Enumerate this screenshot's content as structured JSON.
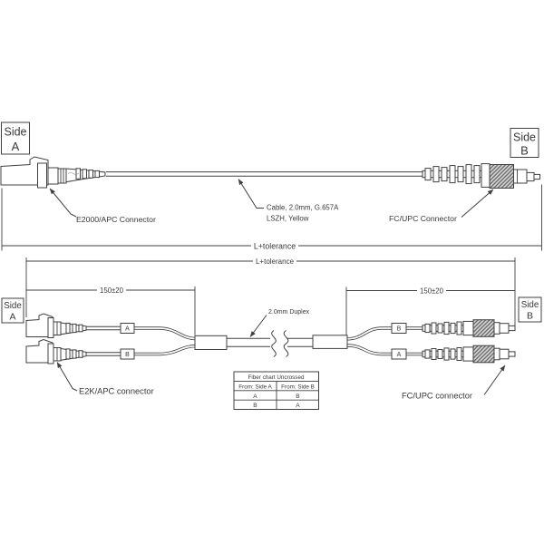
{
  "colors": {
    "line": "#404040",
    "text": "#383838",
    "knurl_fill": "#d4d4d4",
    "background": "#ffffff"
  },
  "top_diagram": {
    "side_a_line1": "Side",
    "side_a_line2": "A",
    "side_b_line1": "Side",
    "side_b_line2": "B",
    "left_connector_label": "E2000/APC Connector",
    "right_connector_label": "FC/UPC Connector",
    "cable_spec_line1": "Cable, 2.0mm, G.657A",
    "cable_spec_line2": "LSZH, Yellow",
    "length_label": "L+tolerance"
  },
  "bottom_diagram": {
    "side_a_line1": "Side",
    "side_a_line2": "A",
    "side_b_line1": "Side",
    "side_b_line2": "B",
    "left_connector_label": "E2K/APC connector",
    "right_connector_label": "FC/UPC connector",
    "cable_label": "2.0mm Duplex",
    "length_label": "L+tolerance",
    "left_breakout_length": "150±20",
    "right_breakout_length": "150±20",
    "fiber_label_a_top": "A",
    "fiber_label_a_bottom": "B",
    "fiber_label_b_top": "B",
    "fiber_label_b_bottom": "A",
    "fiber_chart": {
      "title": "Fiber chart Uncrossed",
      "col_a": "From: Side A",
      "col_b": "From: Side B",
      "rows": [
        [
          "A",
          "B"
        ],
        [
          "B",
          "A"
        ]
      ]
    }
  }
}
